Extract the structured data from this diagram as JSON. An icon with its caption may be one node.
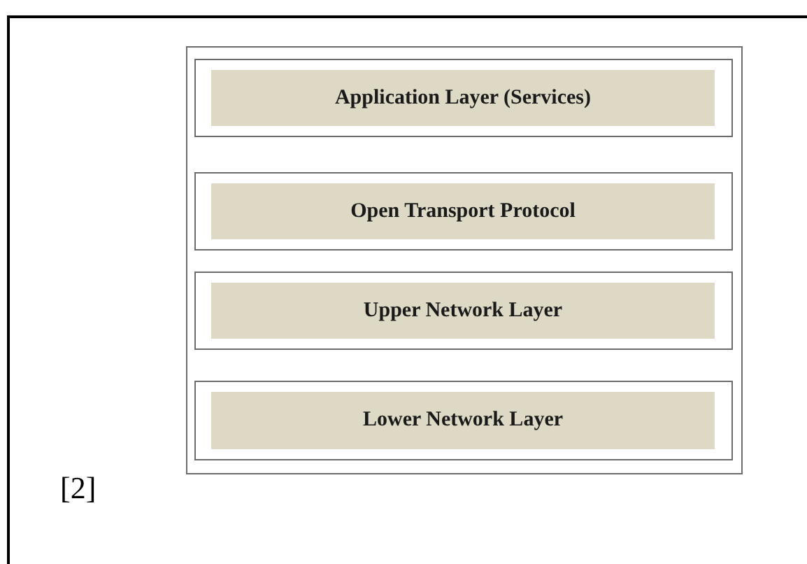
{
  "diagram": {
    "nodes": [
      {
        "text": [],
        "shape": "box"
      },
      {
        "text": [],
        "shape": "box",
        "in": 0
      },
      {
        "text": [
          "Application Layer (Services)"
        ],
        "in": 1
      },
      {
        "text": [],
        "shape": "box",
        "in": 0
      },
      {
        "text": [
          "Open Transport Protocol"
        ],
        "in": 3
      },
      {
        "text": [],
        "shape": "box",
        "in": 0
      },
      {
        "text": [
          "Upper Network Layer"
        ],
        "in": 5
      },
      {
        "text": [],
        "shape": "box",
        "in": 0
      },
      {
        "text": [
          "Lower Network Layer"
        ],
        "in": 7
      }
    ],
    "labels": [
      "[2]"
    ]
  }
}
